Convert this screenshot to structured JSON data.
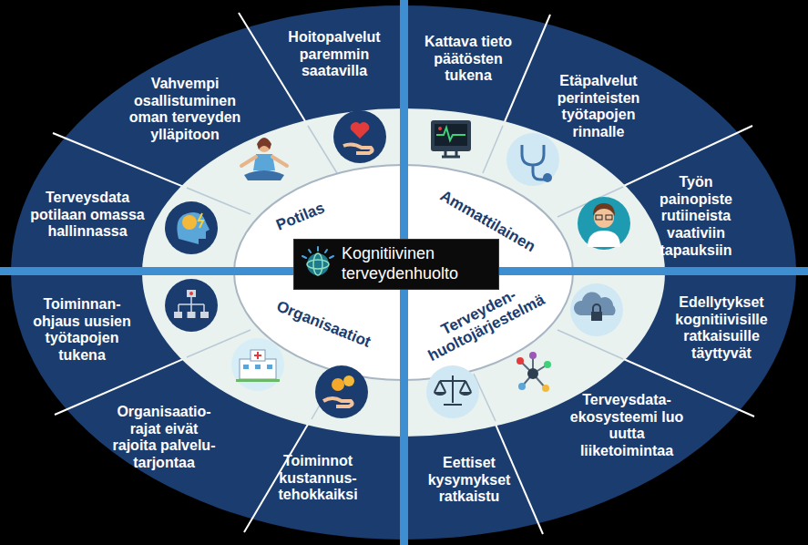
{
  "diagram": {
    "nodes": [
      {
        "text": [
          "Hoitopalvelut paremmin saatavilla"
        ]
      },
      {
        "text": [
          "Kattava tieto päätösten tukena"
        ]
      },
      {
        "text": [
          "Vahvempi osallistuminen oman terveyden ylläpitoon"
        ]
      },
      {
        "text": [
          "Etäpalvelut perinteisten työtapojen rinnalle"
        ]
      },
      {
        "text": [
          "Terveysdata potilaan omassa hallinnassa"
        ]
      },
      {
        "text": [
          "Työn painopiste rutiineista vaativiin tapauksiin"
        ]
      },
      {
        "text": [
          "Kognitiivinen terveydenhuolto"
        ]
      },
      {
        "text": [
          "Toiminnan- ohjaus uusien työtapojen tukena"
        ]
      },
      {
        "text": [
          "Edellytykset kognitiivisille ratkaisuille täyttyvät"
        ]
      },
      {
        "text": [
          "Organisaatio- rajat eivät rajoita palvelu- tarjontaa"
        ]
      },
      {
        "text": [
          "Terveysdata- ekosysteemi luo uutta liiketoimintaa"
        ]
      },
      {
        "text": [
          "Toiminnot kustannus- tehokkaiksi"
        ]
      },
      {
        "text": [
          "Eettiset kysymykset ratkaistu"
        ]
      }
    ],
    "labels": [
      "Potilas",
      "Ammattilainen",
      "Organisaatiot",
      "Terveyden- huoltojärjestelmä"
    ]
  }
}
